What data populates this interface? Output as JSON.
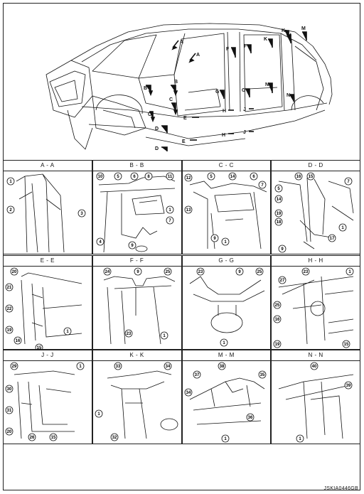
{
  "overview": {
    "section_markers": [
      "A",
      "A",
      "B",
      "B",
      "C",
      "C",
      "D",
      "D",
      "E",
      "E",
      "F",
      "F",
      "G",
      "G",
      "H",
      "H",
      "J",
      "J",
      "K",
      "K",
      "M",
      "M",
      "N",
      "N"
    ]
  },
  "sections": [
    {
      "title": "A - A",
      "callouts": [
        "1",
        "2",
        "3"
      ]
    },
    {
      "title": "B - B",
      "callouts": [
        "10",
        "5",
        "6",
        "8",
        "11",
        "1",
        "7",
        "4",
        "9"
      ]
    },
    {
      "title": "C - C",
      "callouts": [
        "12",
        "5",
        "14",
        "6",
        "7",
        "13",
        "9",
        "1"
      ]
    },
    {
      "title": "D - D",
      "callouts": [
        "16",
        "15",
        "5",
        "7",
        "14",
        "19",
        "18",
        "1",
        "17",
        "9"
      ]
    },
    {
      "title": "E - E",
      "callouts": [
        "20",
        "21",
        "22",
        "19",
        "16",
        "15",
        "1"
      ]
    },
    {
      "title": "F - F",
      "callouts": [
        "24",
        "9",
        "25",
        "23",
        "1"
      ]
    },
    {
      "title": "G - G",
      "callouts": [
        "23",
        "9",
        "25",
        "1"
      ]
    },
    {
      "title": "H - H",
      "callouts": [
        "27",
        "23",
        "1",
        "25",
        "16",
        "19",
        "15"
      ]
    },
    {
      "title": "J - J",
      "callouts": [
        "29",
        "1",
        "30",
        "31",
        "20",
        "26",
        "15"
      ]
    },
    {
      "title": "K - K",
      "callouts": [
        "33",
        "34",
        "1",
        "32"
      ]
    },
    {
      "title": "M - M",
      "callouts": [
        "38",
        "37",
        "34",
        "35",
        "36",
        "1"
      ]
    },
    {
      "title": "N - N",
      "callouts": [
        "40",
        "39",
        "1"
      ]
    }
  ],
  "sheet_code": "JSKIA0446GB"
}
